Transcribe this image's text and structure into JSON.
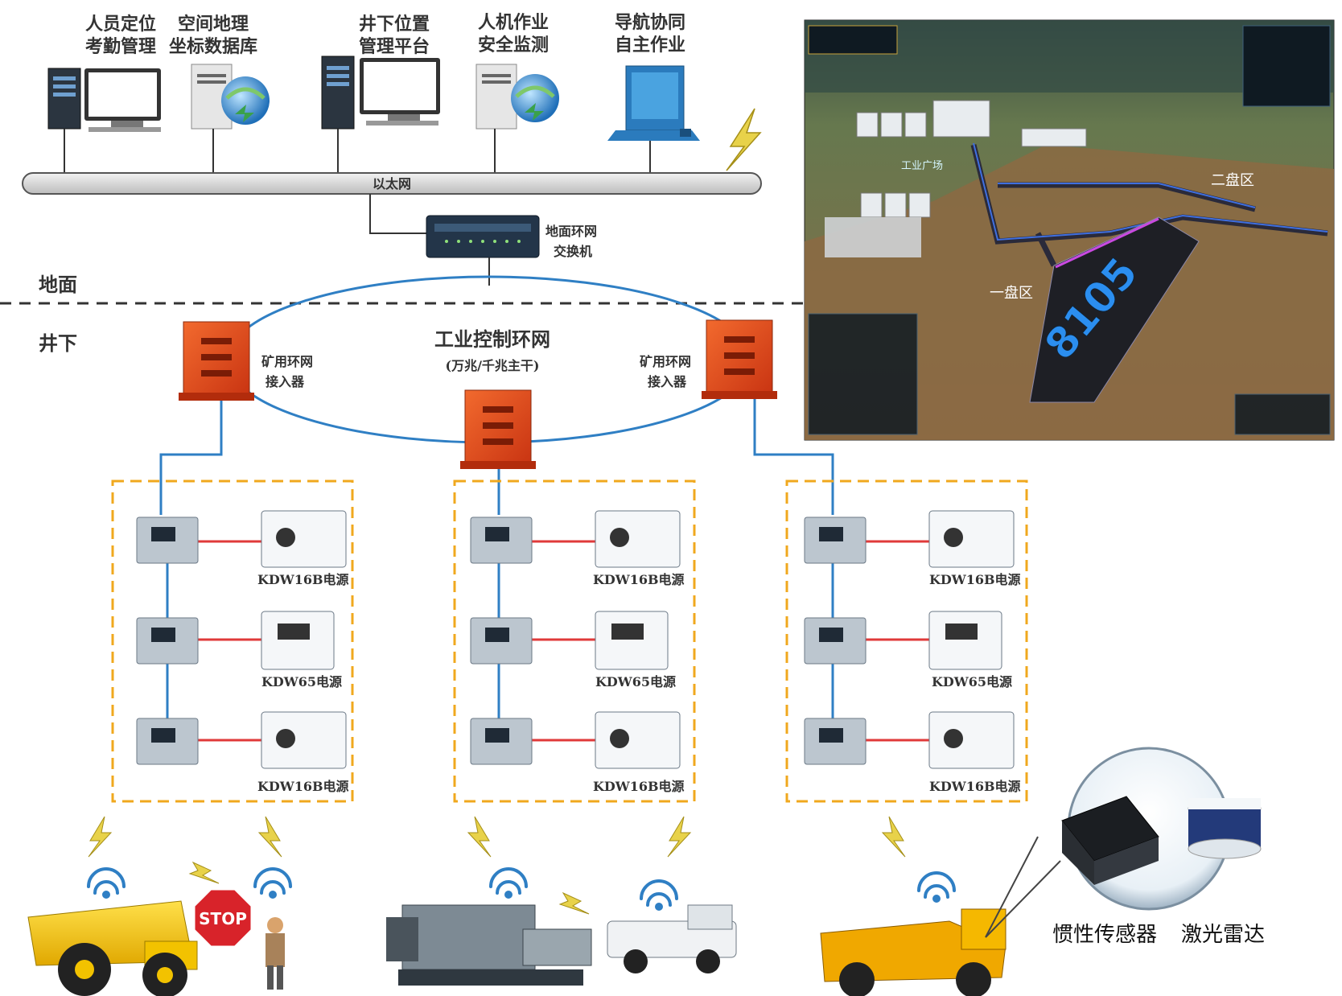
{
  "top_nodes": [
    {
      "line1": "人员定位",
      "line2": "考勤管理"
    },
    {
      "line1": "空间地理",
      "line2": "坐标数据库"
    },
    {
      "line1": "井下位置",
      "line2": "管理平台"
    },
    {
      "line1": "人机作业",
      "line2": "安全监测"
    },
    {
      "line1": "导航协同",
      "line2": "自主作业"
    }
  ],
  "ethernet_label": "以太网",
  "switch_label": {
    "line1": "地面环网",
    "line2": "交换机"
  },
  "surface_label": "地面",
  "underground_label": "井下",
  "ring": {
    "title": "工业控制环网",
    "subtitle": "(万兆/千兆主干)"
  },
  "access_label": {
    "line1": "矿用环网",
    "line2": "接入器"
  },
  "power_groups": [
    {
      "labels": [
        "KDW16B电源",
        "KDW65电源",
        "KDW16B电源"
      ]
    },
    {
      "labels": [
        "KDW16B电源",
        "KDW65电源",
        "KDW16B电源"
      ]
    },
    {
      "labels": [
        "KDW16B电源",
        "KDW65电源",
        "KDW16B电源"
      ]
    }
  ],
  "stop_sign": "STOP",
  "sensors": {
    "inertial": "惯性传感器",
    "lidar": "激光雷达"
  },
  "scene": {
    "panel_number": "8105",
    "zone_one": "一盘区",
    "zone_two": "二盘区",
    "plaza": "工业广场"
  },
  "colors": {
    "ring_line": "#2f7fc4",
    "power_link": "#e03a3a",
    "group_border": "#f0a81e",
    "access_box": "#e24a1c",
    "ethernet_bar": "#d9d9d9"
  }
}
